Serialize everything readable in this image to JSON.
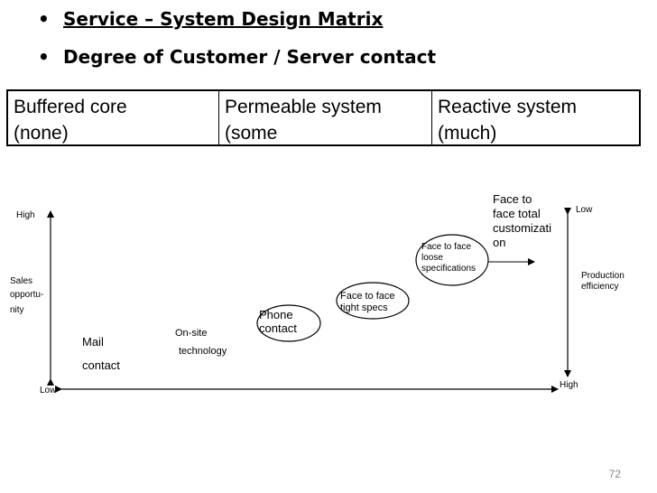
{
  "bullets": [
    {
      "text": "Service – System Design Matrix"
    },
    {
      "text": "Degree of Customer / Server contact"
    }
  ],
  "matrix_headers": [
    {
      "line1": "Buffered core",
      "line2": "(none)"
    },
    {
      "line1": "Permeable system",
      "line2": "(some"
    },
    {
      "line1": "Reactive system",
      "line2": "(much)"
    }
  ],
  "left_axis": {
    "top_label": "High",
    "bottom_label": "Low",
    "title_line1": "Sales",
    "title_line2": "opportu-",
    "title_line3": "nity"
  },
  "right_axis": {
    "top_label": "Low",
    "bottom_label": "High",
    "title_line1": "Production",
    "title_line2": "efficiency"
  },
  "items": {
    "mail_line1": "Mail",
    "mail_line2": "contact",
    "onsite_line1": "On-site",
    "onsite_line2": "technology",
    "phone_line1": "Phone",
    "phone_line2": "contact",
    "tight_line1": "Face to face",
    "tight_line2": "tight specs",
    "loose_line1": "Face to face",
    "loose_line2": "loose",
    "loose_line3": "specifications",
    "total_line1": "Face to",
    "total_line2": "face total",
    "total_line3": "customizati",
    "total_line4": "on"
  },
  "page_number": "72"
}
